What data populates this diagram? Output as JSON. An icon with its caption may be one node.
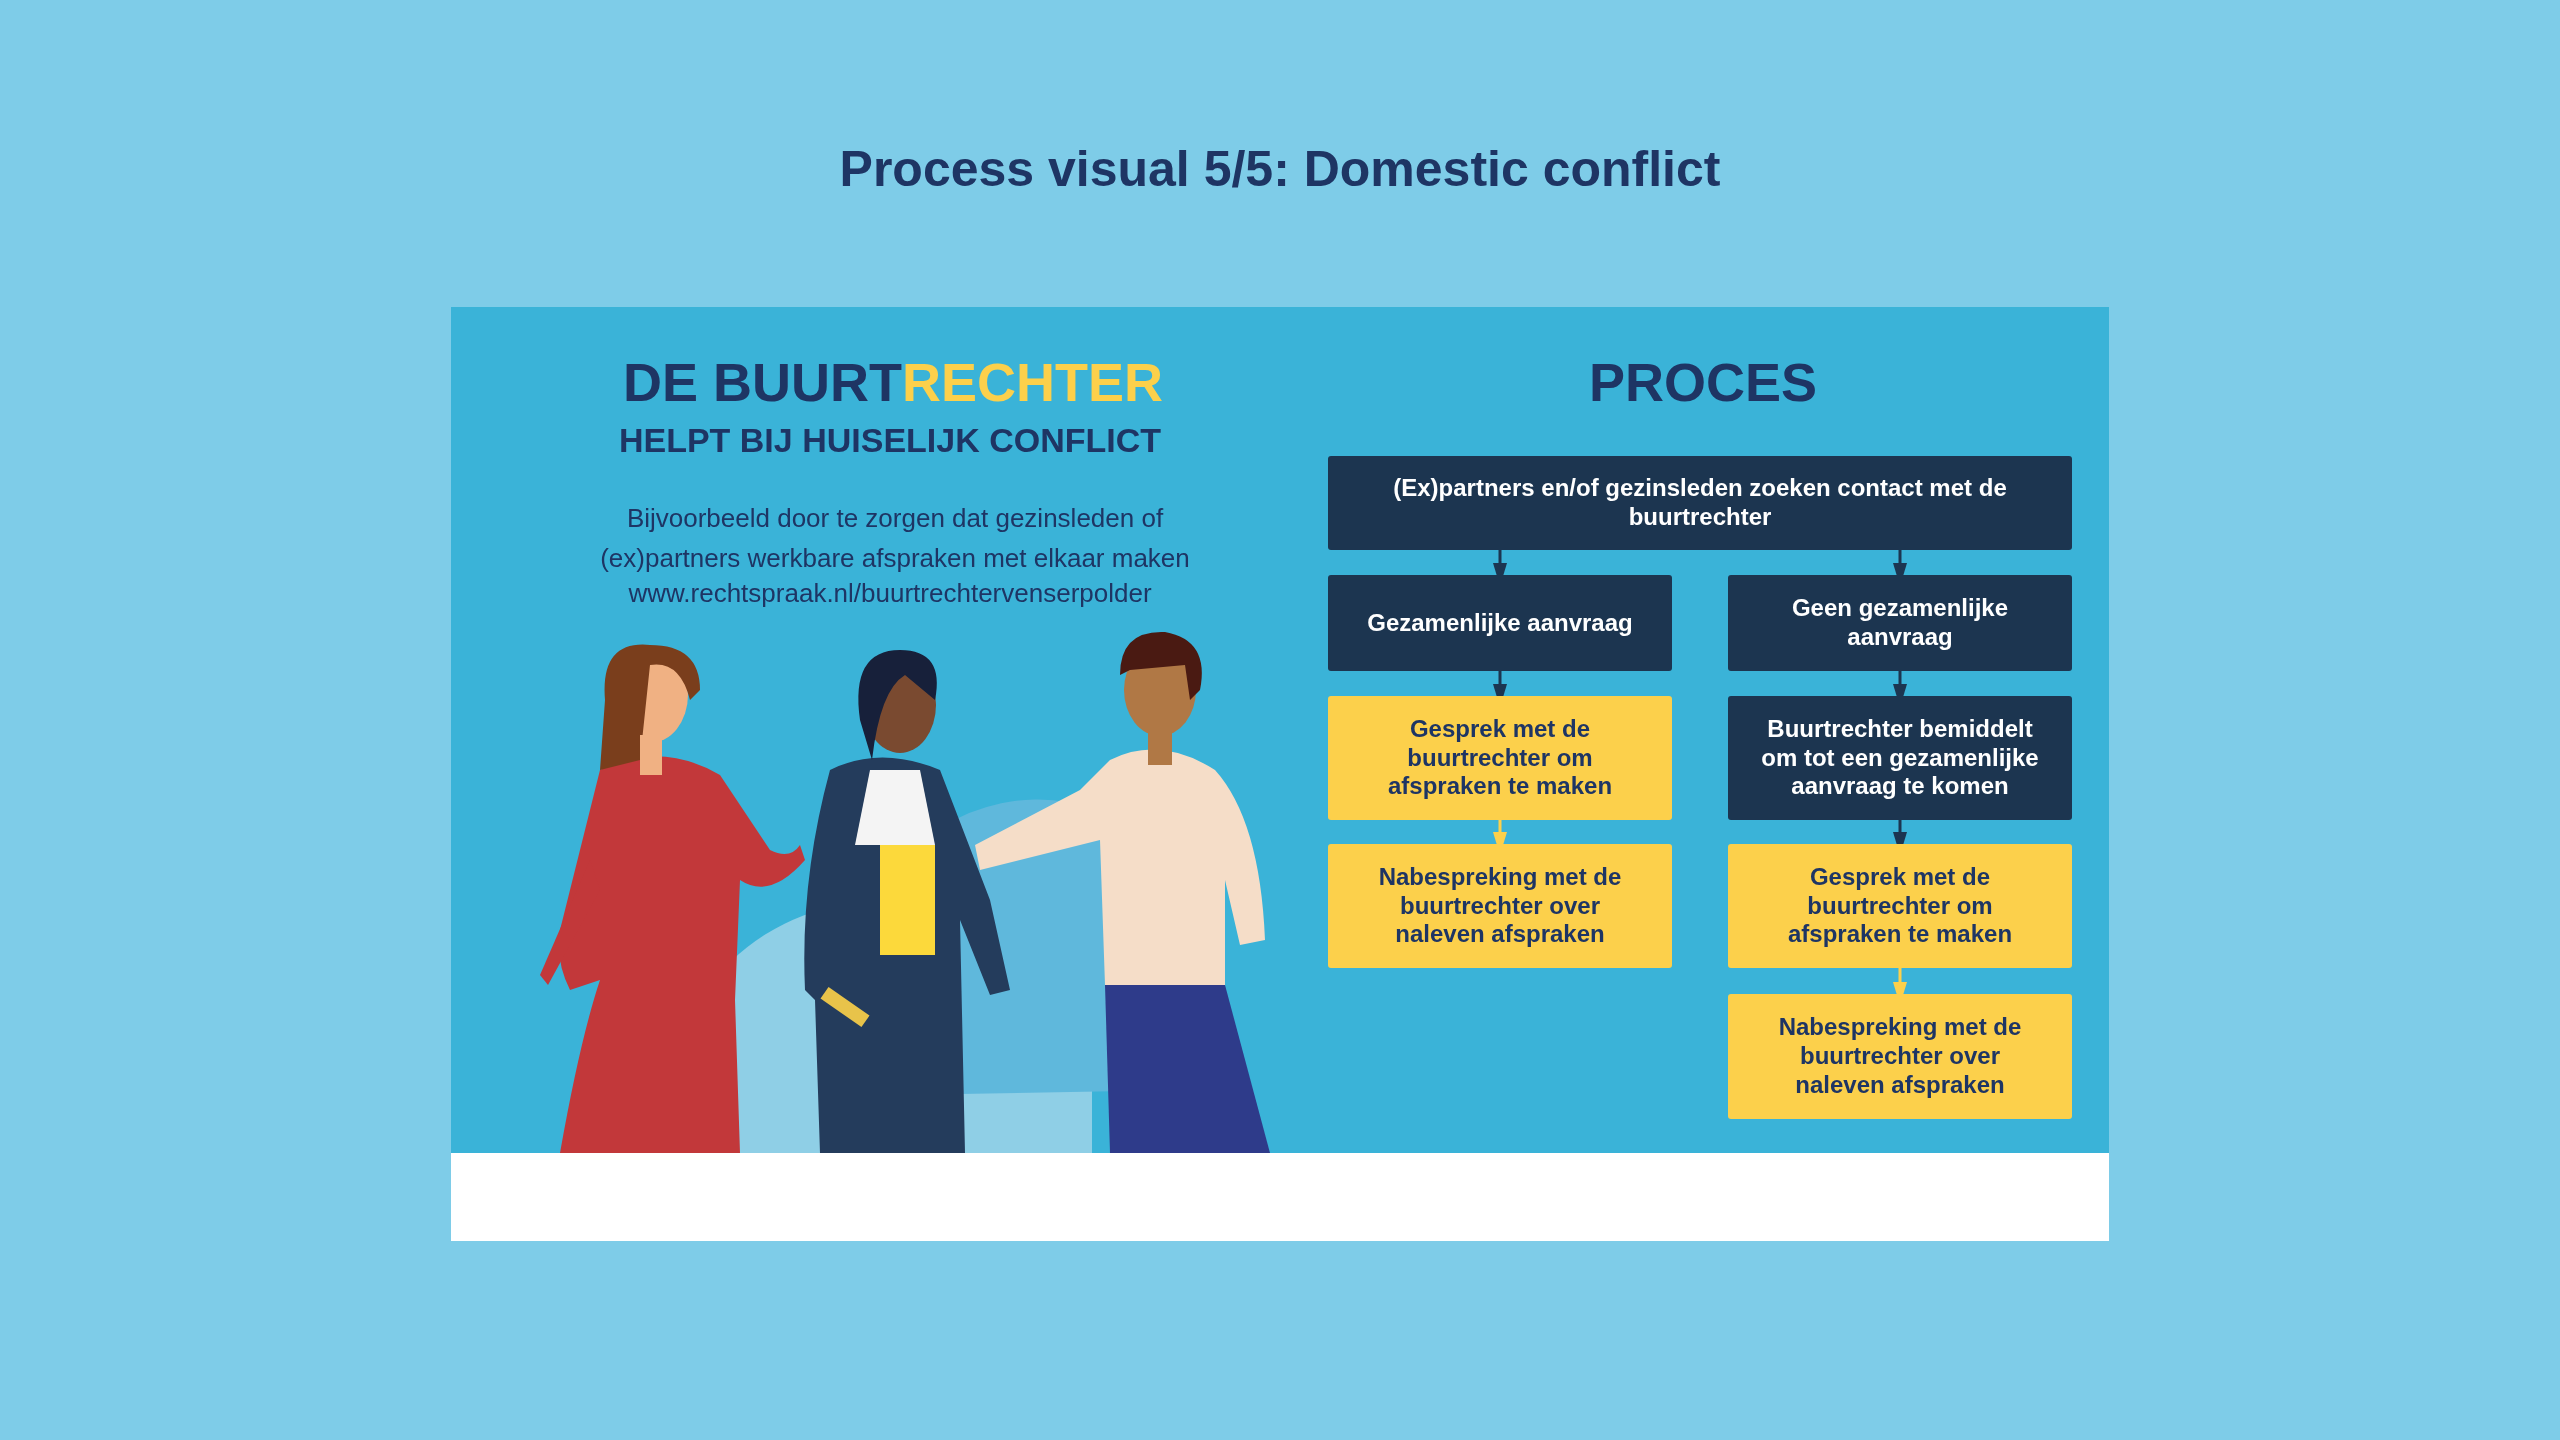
{
  "diagram": {
    "title": "Process visual 5/5: Domestic conflict",
    "nodes": [
      {
        "text": [
          "(Ex)partners en/of gezinsleden zoeken contact met de buurtrechter"
        ]
      },
      {
        "text": [
          "Gezamenlijke aanvraag"
        ]
      },
      {
        "text": [
          "Geen gezamenlijke aanvraag"
        ]
      },
      {
        "text": [
          "Gesprek met de buurtrechter om afspraken te maken"
        ]
      },
      {
        "text": [
          "Buurtrechter bemiddelt om tot een gezamenlijke aanvraag te komen"
        ]
      },
      {
        "text": [
          "Nabespreking met de buurtrechter over naleven afspraken"
        ]
      },
      {
        "text": [
          "Gesprek met de buurtrechter om afspraken te maken"
        ]
      },
      {
        "text": [
          "Nabespreking met de buurtrechter over naleven afspraken"
        ]
      }
    ],
    "edges": [
      {
        "from": 0,
        "to": 1,
        "arrow": "to"
      },
      {
        "from": 0,
        "to": 2,
        "arrow": "to"
      },
      {
        "from": 1,
        "to": 3,
        "arrow": "to"
      },
      {
        "from": 3,
        "to": 5,
        "arrow": "to",
        "color": "#fcd04b"
      },
      {
        "from": 2,
        "to": 4,
        "arrow": "to"
      },
      {
        "from": 4,
        "to": 6,
        "arrow": "to"
      },
      {
        "from": 6,
        "to": 7,
        "arrow": "to",
        "color": "#fcd04b"
      }
    ],
    "labels": [
      "DE BUURT",
      "RECHTER",
      "HELPT BIJ HUISELIJK CONFLICT",
      "Bijvoorbeeld door te zorgen dat gezinsleden of (ex)partners werkbare afspraken met elkaar maken",
      "www.rechtspraak.nl/buurtrechtervenserpolder",
      "PROCES"
    ]
  }
}
